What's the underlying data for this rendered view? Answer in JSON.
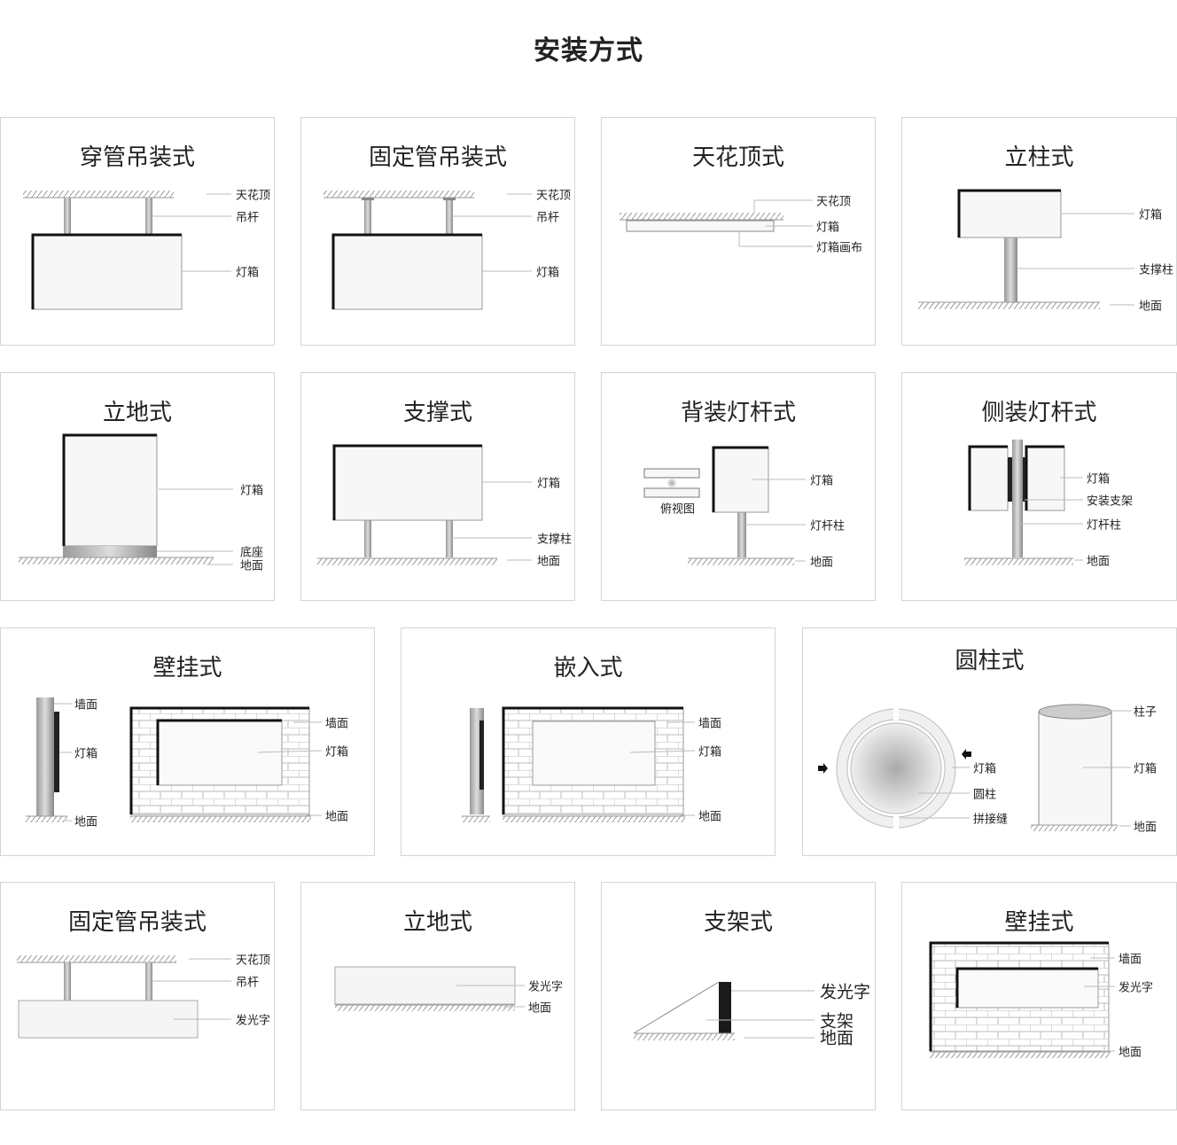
{
  "page_title": "安装方式",
  "panels": [
    {
      "title": "穿管吊装式",
      "labels": [
        "天花顶",
        "吊杆",
        "灯箱"
      ]
    },
    {
      "title": "固定管吊装式",
      "labels": [
        "天花顶",
        "吊杆",
        "灯箱"
      ]
    },
    {
      "title": "天花顶式",
      "labels": [
        "天花顶",
        "灯箱",
        "灯箱画布"
      ]
    },
    {
      "title": "立柱式",
      "labels": [
        "灯箱",
        "支撑柱",
        "地面"
      ]
    },
    {
      "title": "立地式",
      "labels": [
        "灯箱",
        "底座",
        "地面"
      ]
    },
    {
      "title": "支撑式",
      "labels": [
        "灯箱",
        "支撑柱",
        "地面"
      ]
    },
    {
      "title": "背装灯杆式",
      "labels": [
        "灯箱",
        "灯杆柱",
        "地面"
      ],
      "caption": "俯视图"
    },
    {
      "title": "侧装灯杆式",
      "labels": [
        "灯箱",
        "安装支架",
        "灯杆柱",
        "地面"
      ]
    },
    {
      "title": "壁挂式",
      "labels": [
        "墙面",
        "灯箱",
        "地面",
        "墙面",
        "灯箱",
        "地面"
      ]
    },
    {
      "title": "嵌入式",
      "labels": [
        "墙面",
        "灯箱",
        "地面"
      ]
    },
    {
      "title": "圆柱式",
      "labels": [
        "灯箱",
        "圆柱",
        "拼接缝",
        "柱子",
        "灯箱",
        "地面"
      ]
    },
    {
      "title": "固定管吊装式",
      "labels": [
        "天花顶",
        "吊杆",
        "发光字"
      ]
    },
    {
      "title": "立地式",
      "labels": [
        "发光字",
        "地面"
      ]
    },
    {
      "title": "支架式",
      "labels": [
        "发光字",
        "支架",
        "地面"
      ]
    },
    {
      "title": "壁挂式",
      "labels": [
        "墙面",
        "发光字",
        "地面"
      ]
    }
  ]
}
